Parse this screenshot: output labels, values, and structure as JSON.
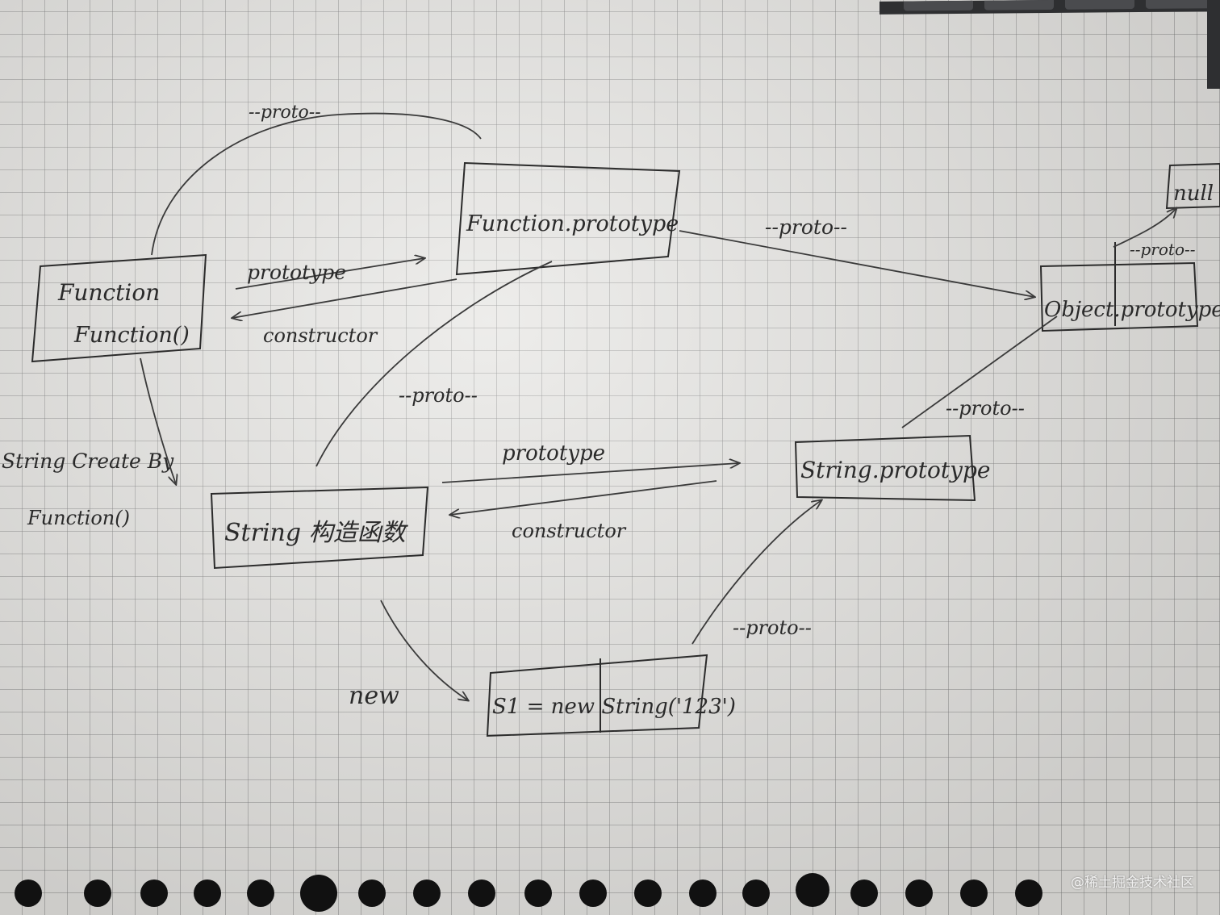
{
  "nodes": {
    "function_ctor": {
      "line1": "Function",
      "line2": "Function()"
    },
    "function_prototype": {
      "label": "Function.prototype"
    },
    "object_prototype": {
      "label": "Object.prototype"
    },
    "null_node": {
      "label": "null"
    },
    "string_ctor": {
      "label": "String 构造函数"
    },
    "string_prototype": {
      "label": "String.prototype"
    },
    "s1_instance": {
      "label": "S1 = new String('123')"
    }
  },
  "edges": {
    "fn_proto_top": "--proto--",
    "fn_prototype": "prototype",
    "fn_constructor": "constructor",
    "fnproto_to_objproto": "--proto--",
    "objproto_to_null": "--proto--",
    "string_ctor_proto": "--proto--",
    "string_created_by": "String Create By",
    "string_created_by_2": "Function()",
    "str_prototype": "prototype",
    "str_constructor": "constructor",
    "strproto_to_objproto": "--proto--",
    "new_label": "new",
    "s1_proto": "--proto--"
  },
  "watermark": "@稀土掘金技术社区",
  "colors": {
    "paper": "#e4e3e0",
    "ink": "#2b2b2b",
    "grid": "#787878"
  }
}
